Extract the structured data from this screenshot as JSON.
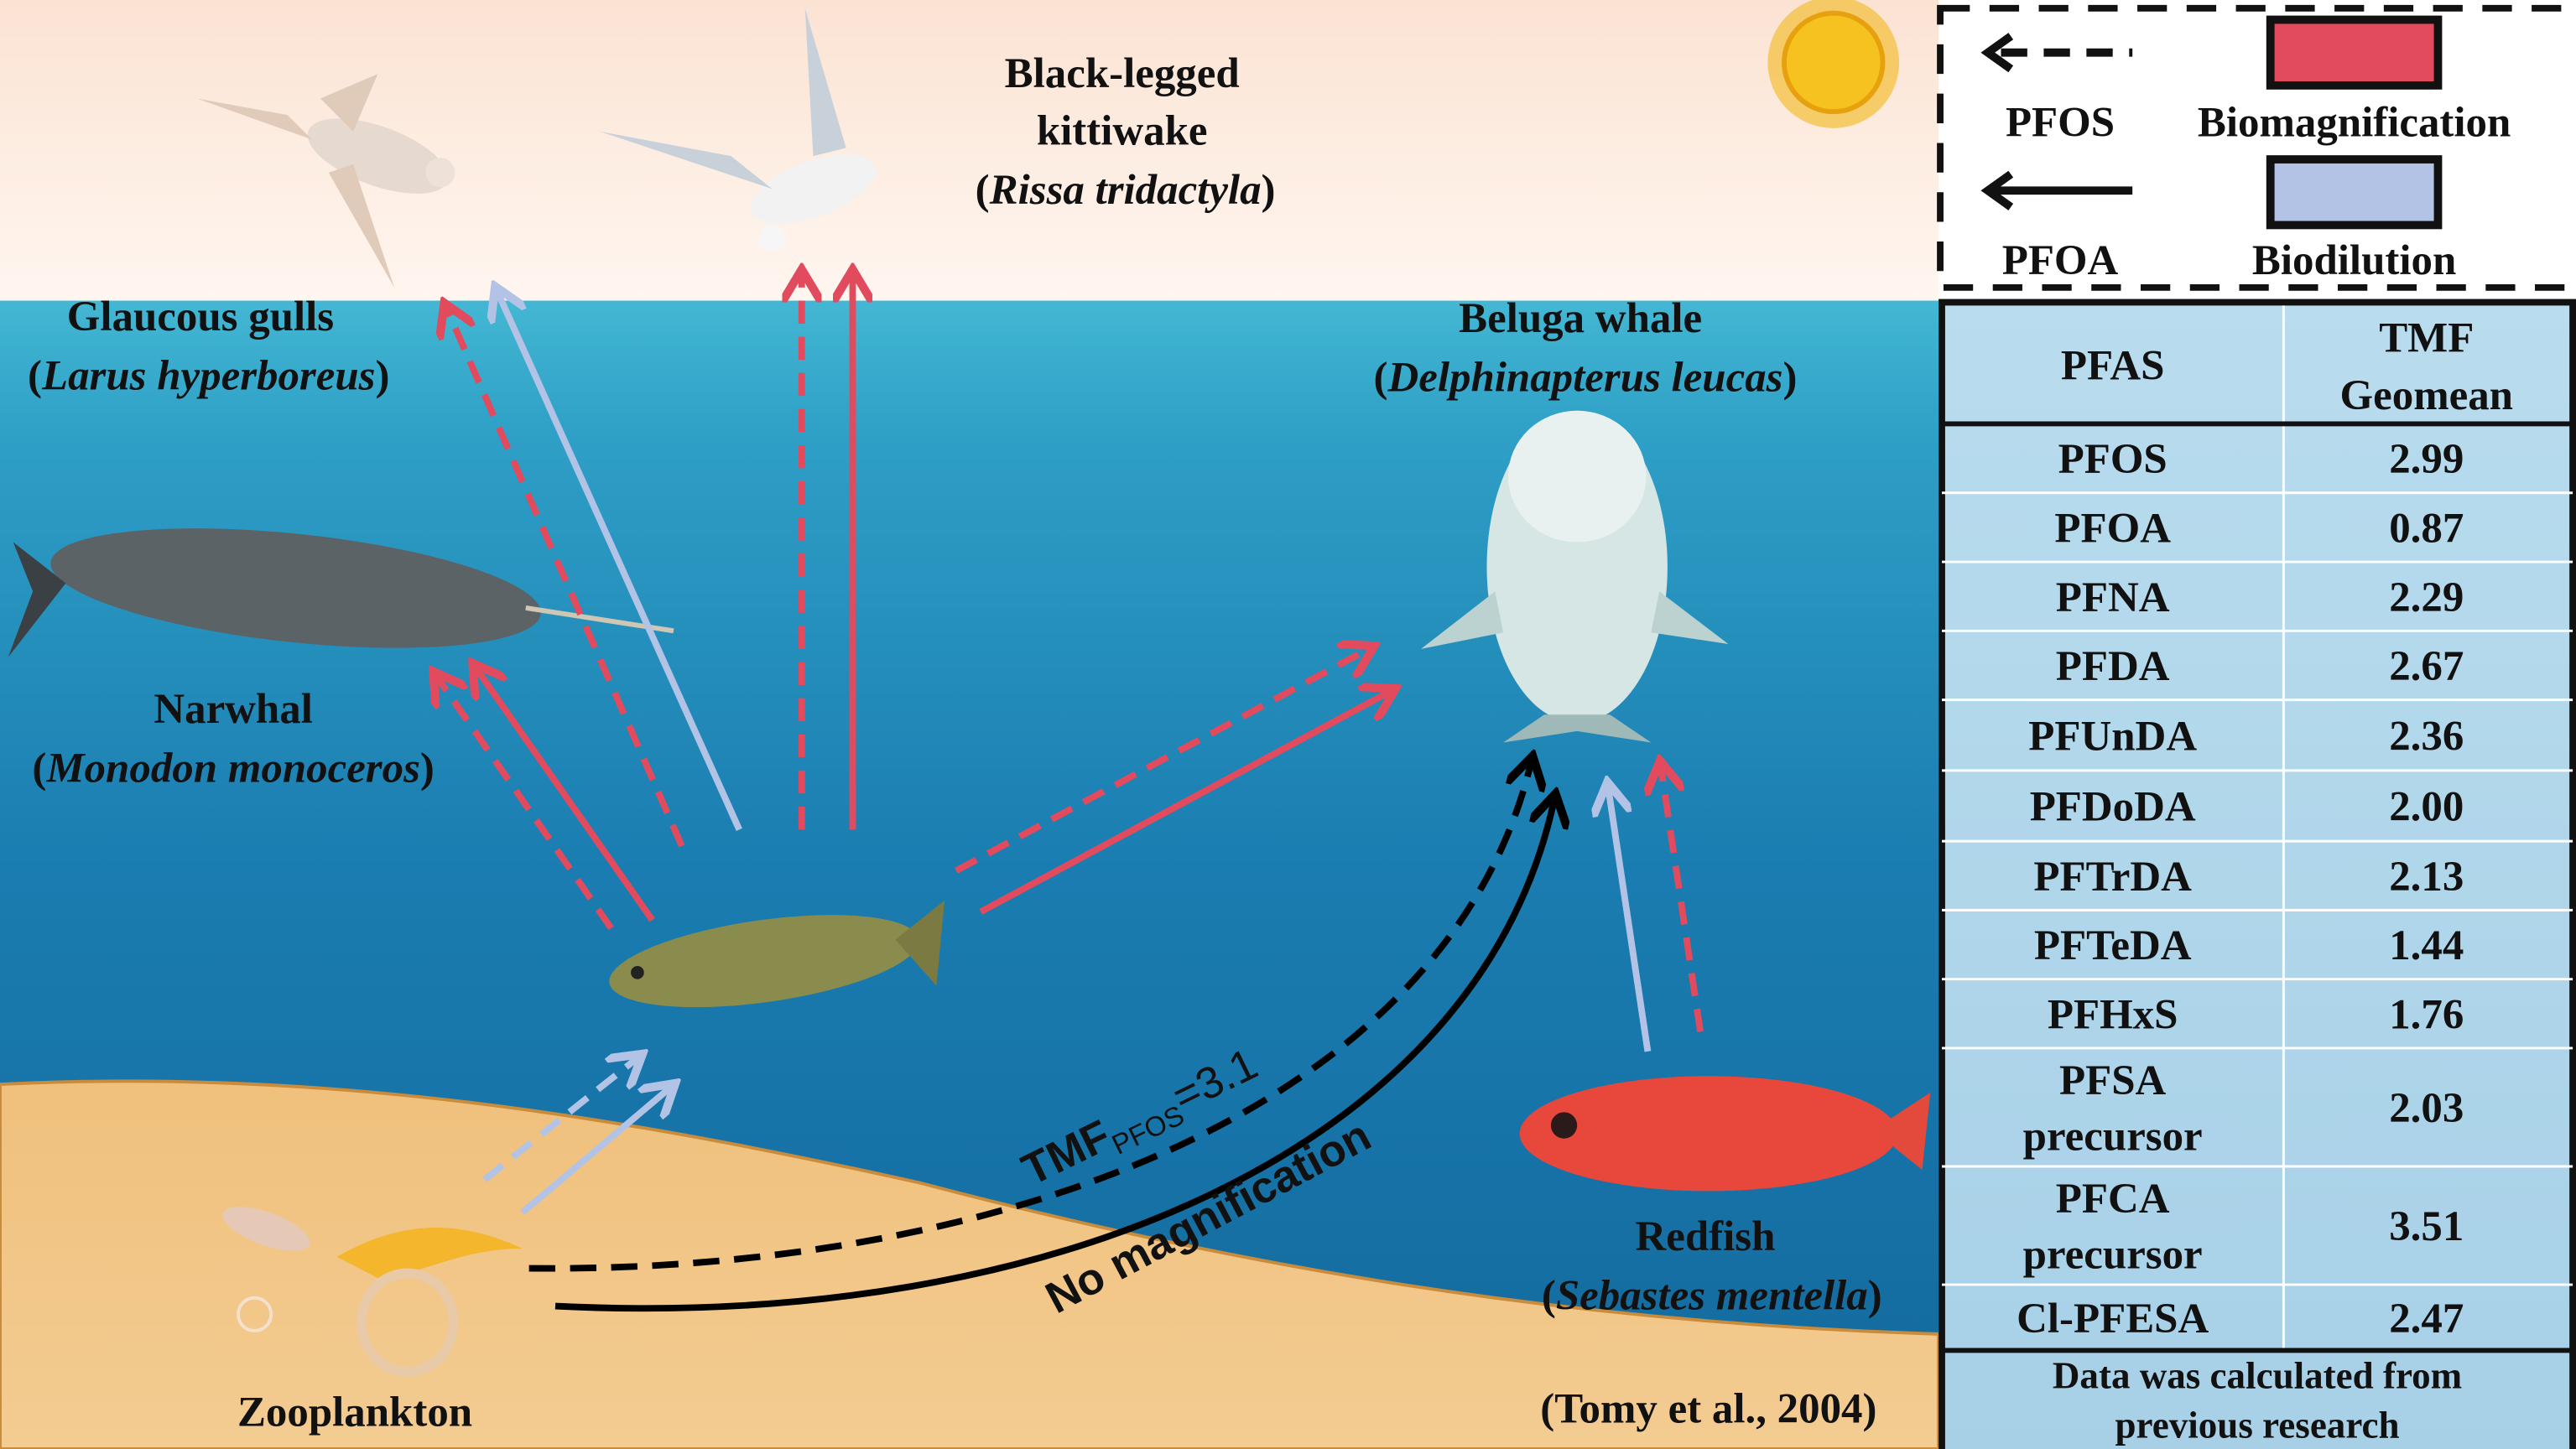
{
  "species": {
    "gull_name": "Glaucous gulls",
    "gull_latin": "Larus hyperboreus",
    "kittiwake_name_1": "Black-legged",
    "kittiwake_name_2": "kittiwake",
    "kittiwake_latin": "Rissa tridactyla",
    "beluga_name": "Beluga whale",
    "beluga_latin": "Delphinapterus leucas",
    "narwhal_name": "Narwhal",
    "narwhal_latin": "Monodon monoceros",
    "redfish_name": "Redfish",
    "redfish_latin": "Sebastes mentella",
    "zooplankton_name": "Zooplankton"
  },
  "annotations": {
    "tmf_label": "TMF",
    "tmf_sub": "PFOS",
    "tmf_value": "=3.1",
    "no_magnification": "No magnification",
    "citation": "(Tomy  et al., 2004)"
  },
  "legend": {
    "pfos": "PFOS",
    "pfoa": "PFOA",
    "biomagnification": "Biomagnification",
    "biodilution": "Biodilution",
    "colors": {
      "biomagnification": "#e24a5e",
      "biodilution": "#b3c3e6"
    }
  },
  "table": {
    "headers": {
      "col1": "PFAS",
      "col2_line1": "TMF",
      "col2_line2": "Geomean"
    },
    "rows": [
      {
        "pfas": "PFOS",
        "tmf": "2.99"
      },
      {
        "pfas": "PFOA",
        "tmf": "0.87"
      },
      {
        "pfas": "PFNA",
        "tmf": "2.29"
      },
      {
        "pfas": "PFDA",
        "tmf": "2.67"
      },
      {
        "pfas": "PFUnDA",
        "tmf": "2.36"
      },
      {
        "pfas": "PFDoDA",
        "tmf": "2.00"
      },
      {
        "pfas": "PFTrDA",
        "tmf": "2.13"
      },
      {
        "pfas": "PFTeDA",
        "tmf": "1.44"
      },
      {
        "pfas": "PFHxS",
        "tmf": "1.76"
      },
      {
        "pfas_line1": "PFSA",
        "pfas_line2": "precursor",
        "tmf": "2.03"
      },
      {
        "pfas_line1": "PFCA",
        "pfas_line2": "precursor",
        "tmf": "3.51"
      },
      {
        "pfas": "Cl-PFESA",
        "tmf": "2.47"
      }
    ],
    "footnote_line1": "Data was calculated from",
    "footnote_line2": "previous research"
  }
}
